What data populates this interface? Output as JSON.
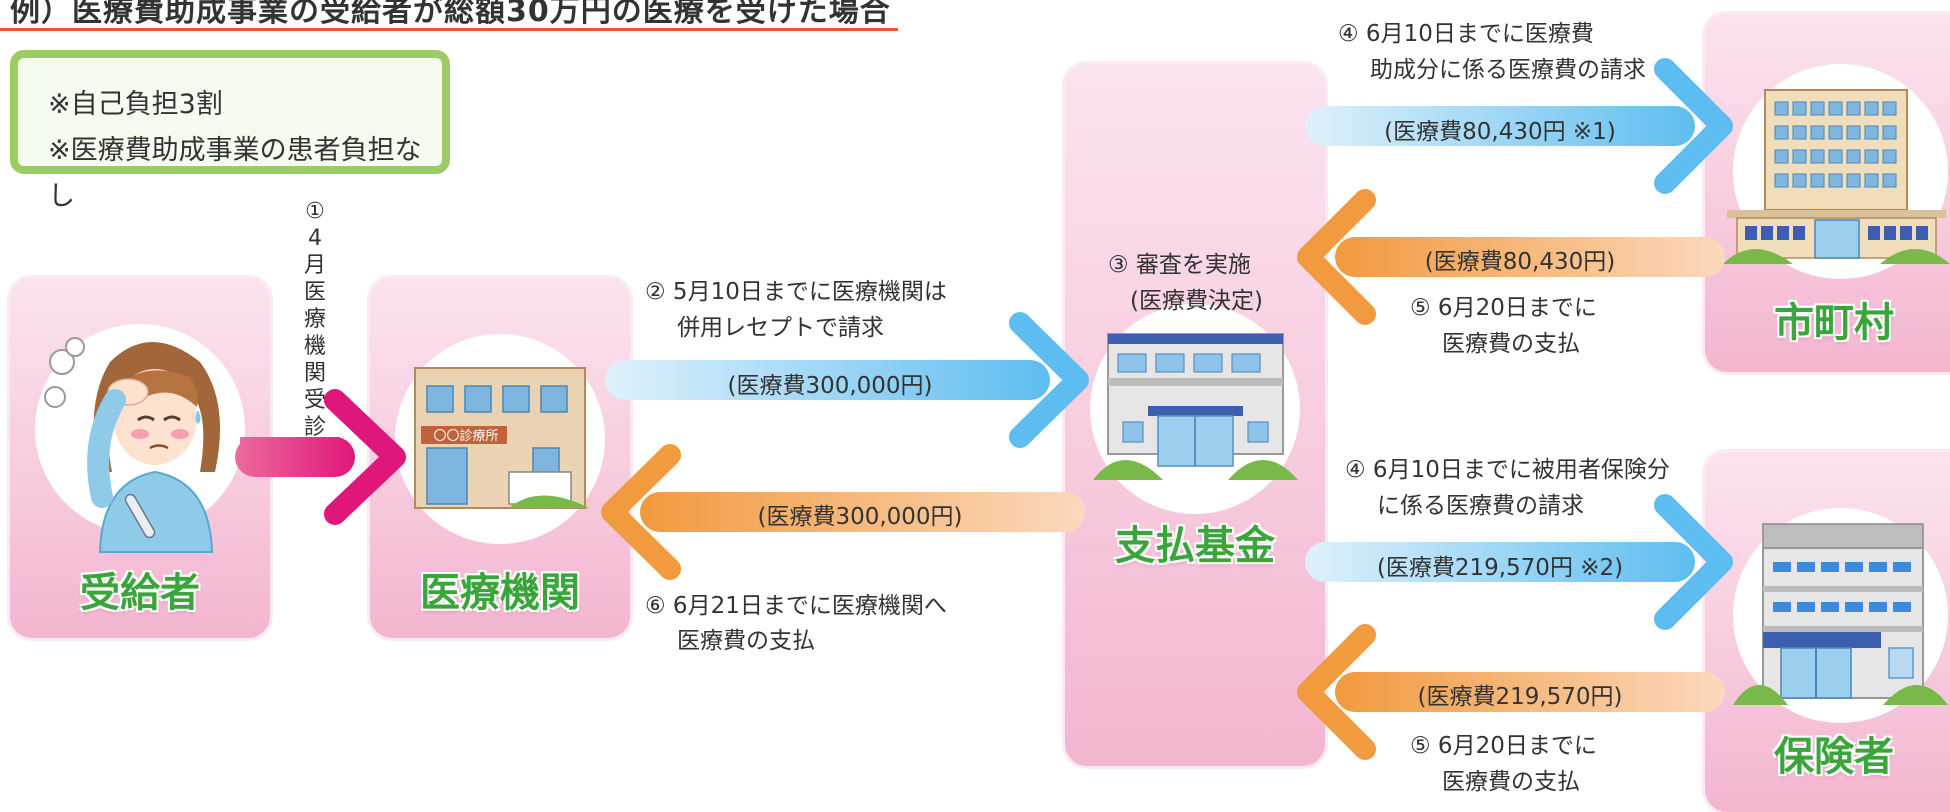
{
  "title": "例）医療費助成事業の受給者が総額30万円の医療を受けた場合",
  "note": {
    "line1": "※自己負担3割",
    "line2": "※医療費助成事業の患者負担なし"
  },
  "entities": {
    "recipient": "受給者",
    "medical_institution": "医療機関",
    "clinic_sign": "〇〇診療所",
    "payment_fund": "支払基金",
    "municipality": "市町村",
    "insurer": "保険者"
  },
  "step1": {
    "number": "①",
    "chars": [
      "4",
      "月",
      "医",
      "療",
      "機",
      "関",
      "受",
      "診"
    ]
  },
  "step2": {
    "line1": "② 5月10日までに医療機関は",
    "line2": "併用レセプトで請求",
    "amount": "(医療費300,000円)"
  },
  "step3": {
    "line1": "③ 審査を実施",
    "line2": "(医療費決定)"
  },
  "step6": {
    "line1": "⑥ 6月21日までに医療機関へ",
    "line2": "医療費の支払",
    "amount": "(医療費300,000円)"
  },
  "step4_municipality": {
    "line1": "④ 6月10日までに医療費",
    "line2": "助成分に係る医療費の請求",
    "amount": "(医療費80,430円 ※1)"
  },
  "step5_municipality": {
    "amount": "(医療費80,430円)",
    "line1": "⑤ 6月20日までに",
    "line2": "医療費の支払"
  },
  "step4_insurer": {
    "line1": "④ 6月10日までに被用者保険分",
    "line2": "に係る医療費の請求",
    "amount": "(医療費219,570円 ※2)"
  },
  "step5_insurer": {
    "amount": "(医療費219,570円)",
    "line1": "⑤ 6月20日までに",
    "line2": "医療費の支払"
  },
  "colors": {
    "label_green": "#3aa53a",
    "arrow_blue": "#6cc3ef",
    "arrow_orange": "#f4a24a",
    "arrow_pink": "#e0177a",
    "panel_pink": "#f7c9dd",
    "note_border": "#9ccc65"
  }
}
